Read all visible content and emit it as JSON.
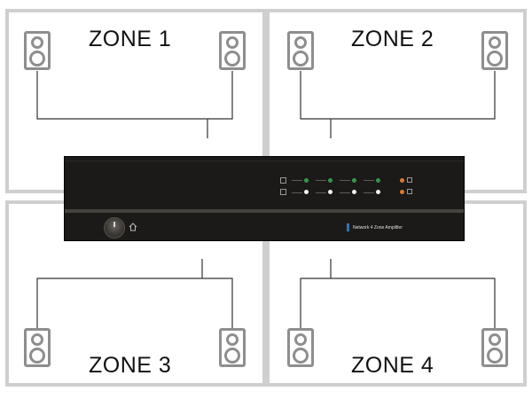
{
  "zones": [
    {
      "id": "z1",
      "label": "ZONE 1"
    },
    {
      "id": "z2",
      "label": "ZONE 2"
    },
    {
      "id": "z3",
      "label": "ZONE 3"
    },
    {
      "id": "z4",
      "label": "ZONE 4"
    }
  ],
  "amplifier": {
    "brand_text": "Network 4 Zone Amplifier",
    "colors": {
      "body": "#1c1a18",
      "led_green": "#2f9a4a",
      "led_orange": "#e0782a",
      "brand_mark": "#3a6fb0"
    }
  },
  "icons": {
    "speaker": "speaker-icon",
    "knob": "volume-knob-icon",
    "home": "home-icon"
  }
}
